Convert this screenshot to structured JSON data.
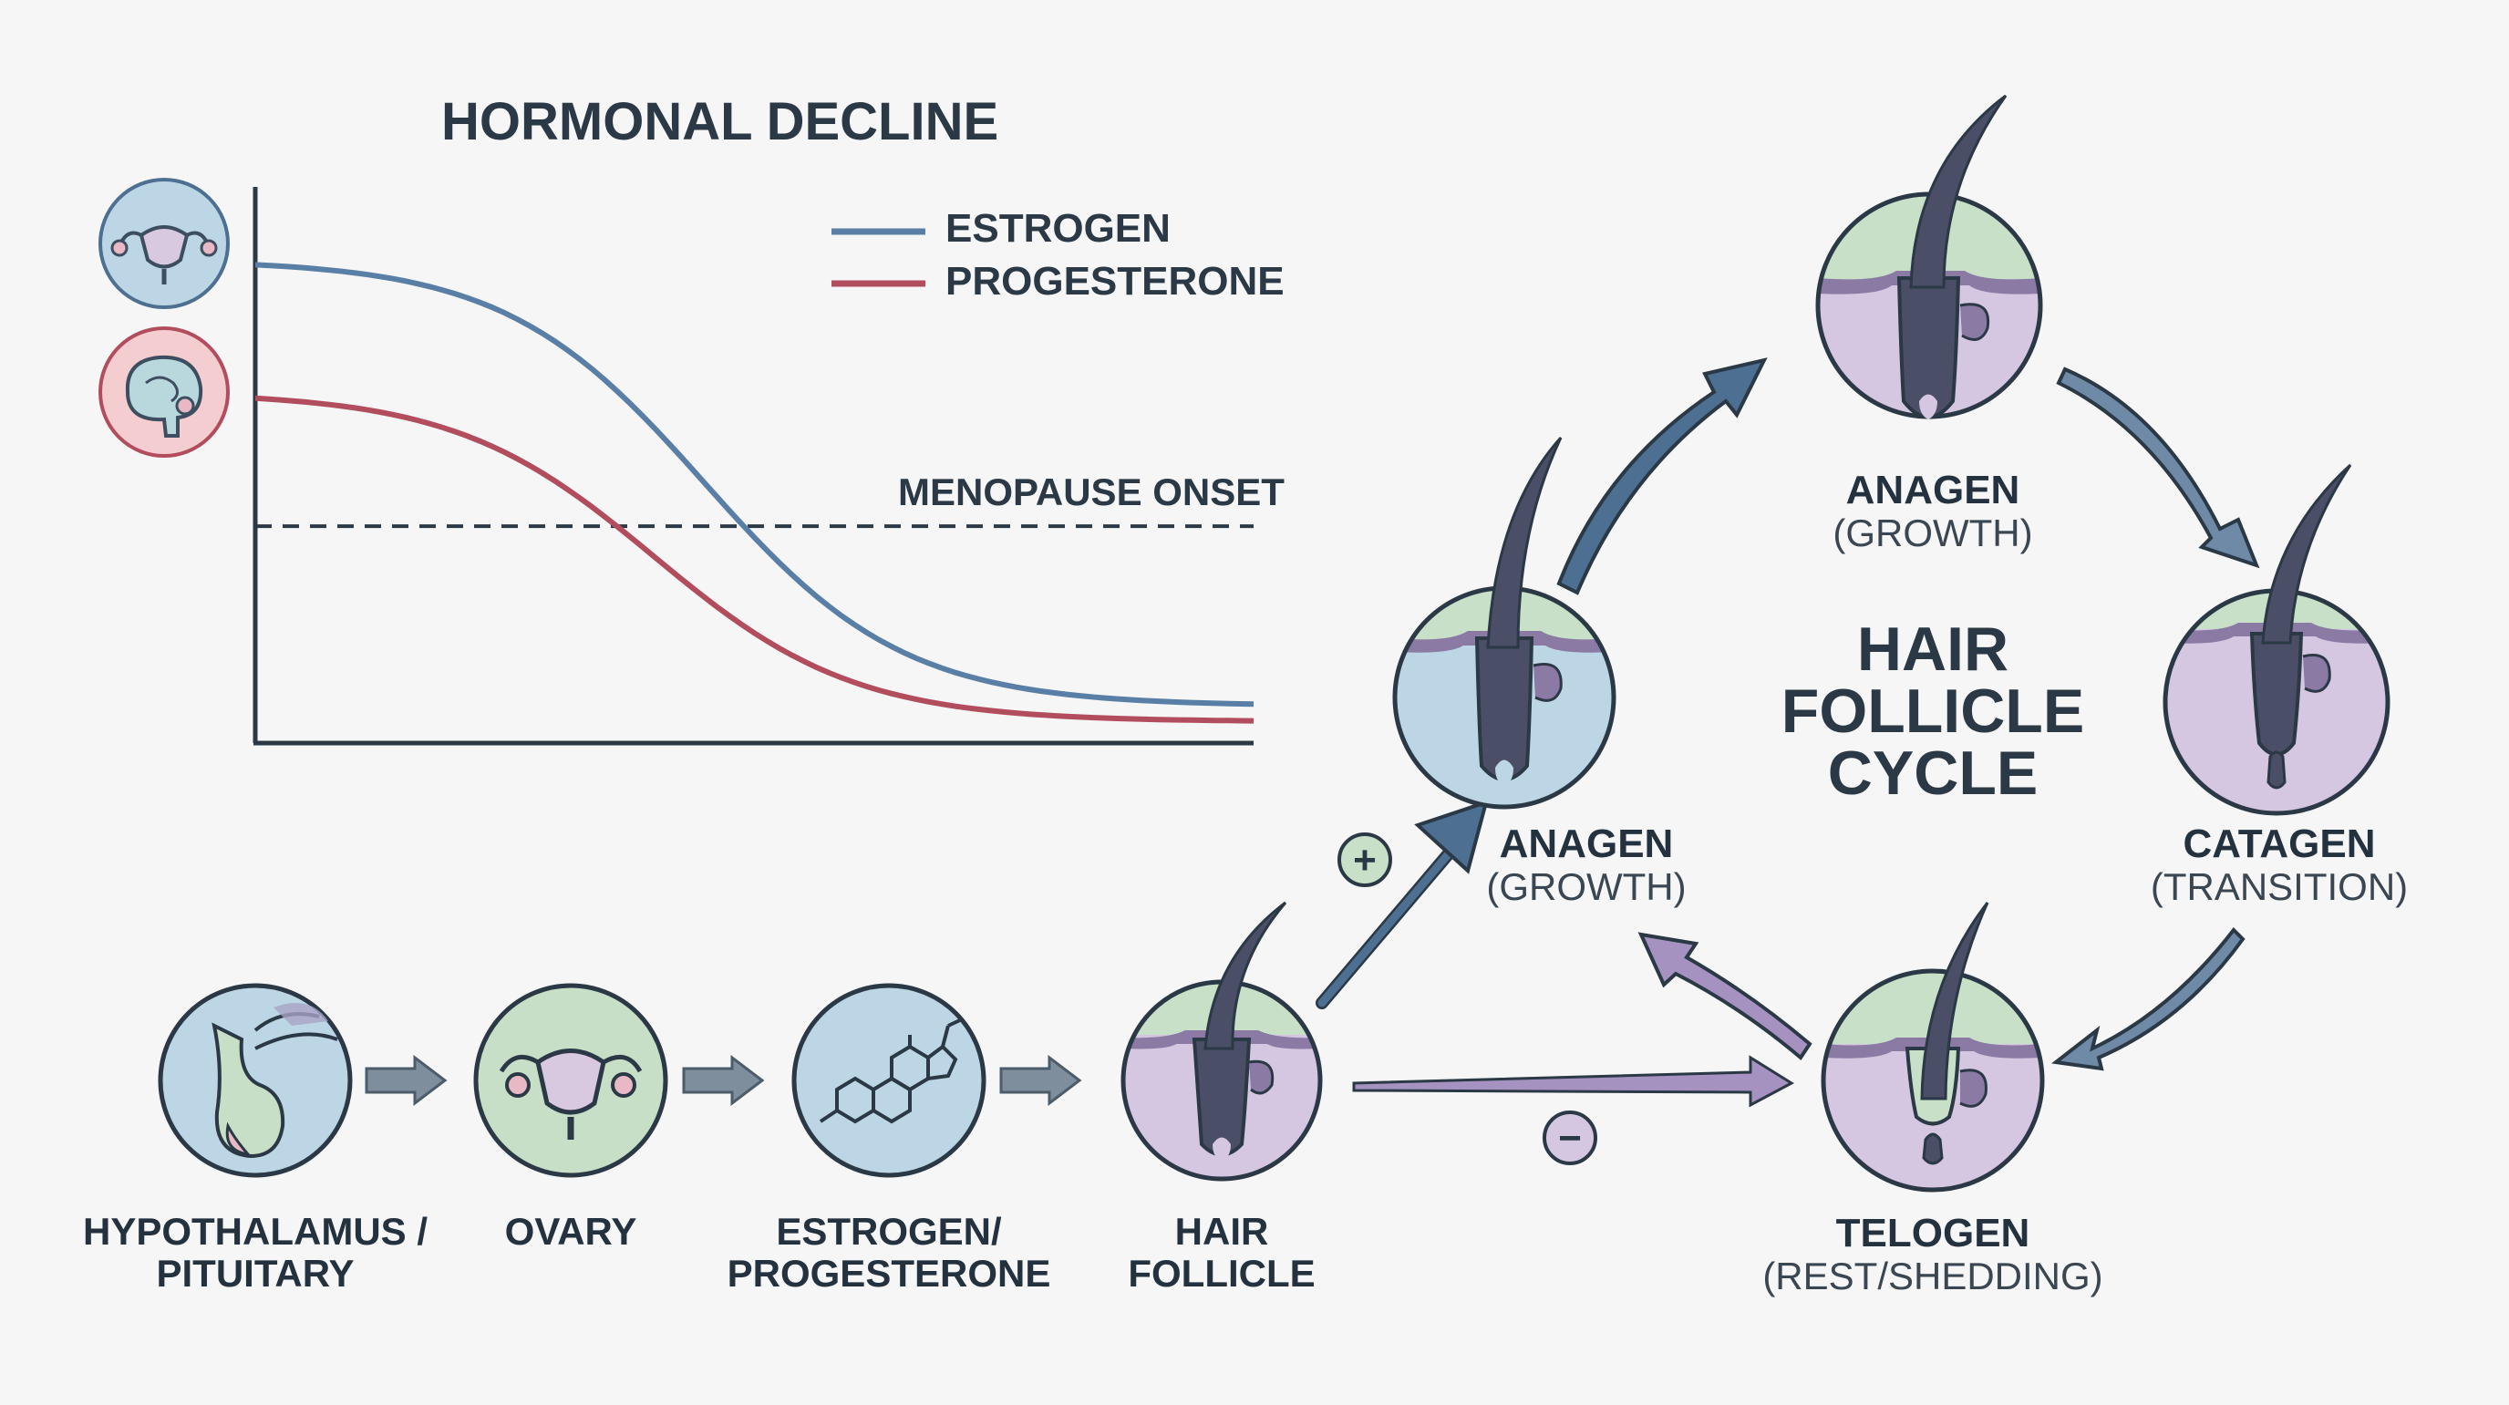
{
  "colors": {
    "estrogen": "#5a7fa6",
    "progesterone": "#b24d5e",
    "axis": "#2b3845",
    "arrow_blue": "#4d6f92",
    "arrow_purple": "#a692c0",
    "arrow_gray": "#7e8e9c",
    "circle_blue": "#b9d8e4",
    "circle_purple": "#d5c6e1",
    "circle_green": "#c8e0c8",
    "circle_red": "#f2c9cc"
  },
  "chart_data": {
    "type": "line",
    "title": "HORMONAL DECLINE",
    "series": [
      {
        "name": "ESTROGEN",
        "color": "#5a7fa6",
        "start": 0.86,
        "end": 0.07,
        "midpoint": 0.45,
        "steepness": 10
      },
      {
        "name": "PROGESTERONE",
        "color": "#b24d5e",
        "start": 0.62,
        "end": 0.04,
        "midpoint": 0.4,
        "steepness": 10
      }
    ],
    "reference_line": {
      "label": "MENOPAUSE ONSET",
      "value": 0.39,
      "style": "dashed"
    },
    "axes": {
      "x_ticks": false,
      "y_ticks": false
    },
    "y_axis_icons": [
      "uterus-icon",
      "brain-icon"
    ]
  },
  "chart": {
    "title": "HORMONAL DECLINE",
    "legend": [
      "ESTROGEN",
      "PROGESTERONE"
    ],
    "reference_label": "MENOPAUSE ONSET"
  },
  "pathway": {
    "steps": [
      {
        "line1": "HYPOTHALAMUS /",
        "line2": "PITUITARY",
        "icon": "pituitary-icon"
      },
      {
        "line1": "OVARY",
        "line2": "",
        "icon": "uterus-icon"
      },
      {
        "line1": "ESTROGEN/",
        "line2": "PROGESTERONE",
        "icon": "steroid-molecule-icon"
      },
      {
        "line1": "HAIR",
        "line2": "FOLLICLE",
        "icon": "hair-follicle-icon"
      }
    ],
    "plus_symbol": "+",
    "minus_symbol": "−"
  },
  "cycle": {
    "title_lines": [
      "HAIR",
      "FOLLICLE",
      "CYCLE"
    ],
    "phases": {
      "anagen_top": {
        "name": "ANAGEN",
        "sub": "(GROWTH)"
      },
      "anagen_left": {
        "name": "ANAGEN",
        "sub": "(GROWTH)"
      },
      "catagen": {
        "name": "CATAGEN",
        "sub": "(TRANSITION)"
      },
      "telogen": {
        "name": "TELOGEN",
        "sub": "(REST/SHEDDING)"
      }
    }
  }
}
